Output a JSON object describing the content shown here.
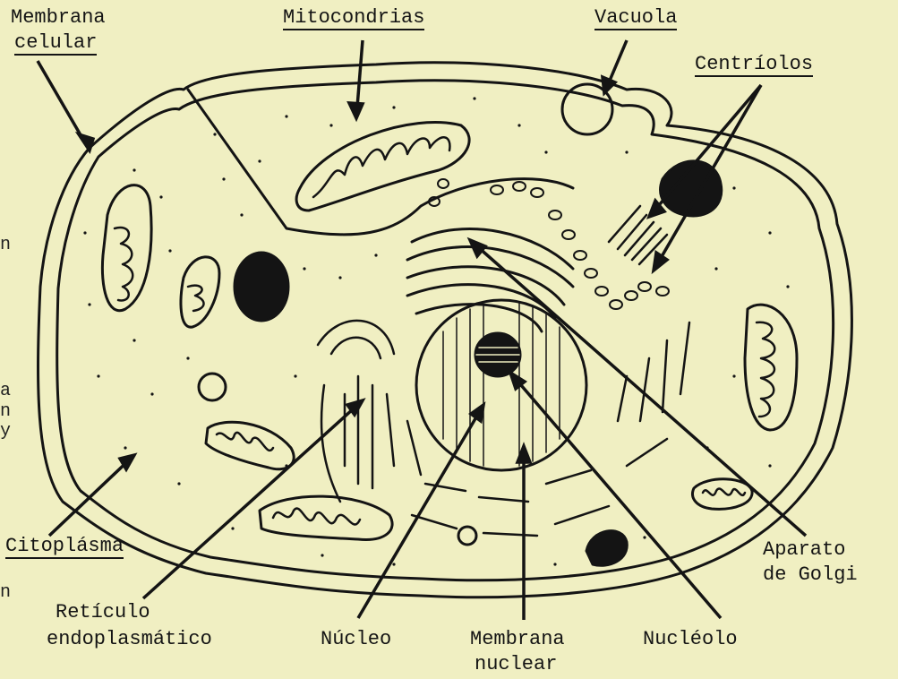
{
  "labels": {
    "membrana_celular_1": "Membrana",
    "membrana_celular_2": "celular",
    "mitocondrias": "Mitocondrias",
    "vacuola": "Vacuola",
    "centriolos": "Centríolos",
    "citoplasma": "Citoplásma",
    "reticulo_1": "Retículo",
    "reticulo_2": "endoplasmático",
    "nucleo": "Núcleo",
    "membrana_nuclear_1": "Membrana",
    "membrana_nuclear_2": "nuclear",
    "nucleolo": "Nucléolo",
    "aparato_1": "Aparato",
    "aparato_2": "de Golgi"
  },
  "colors": {
    "paper": "#f0efc2",
    "ink": "#141414"
  }
}
